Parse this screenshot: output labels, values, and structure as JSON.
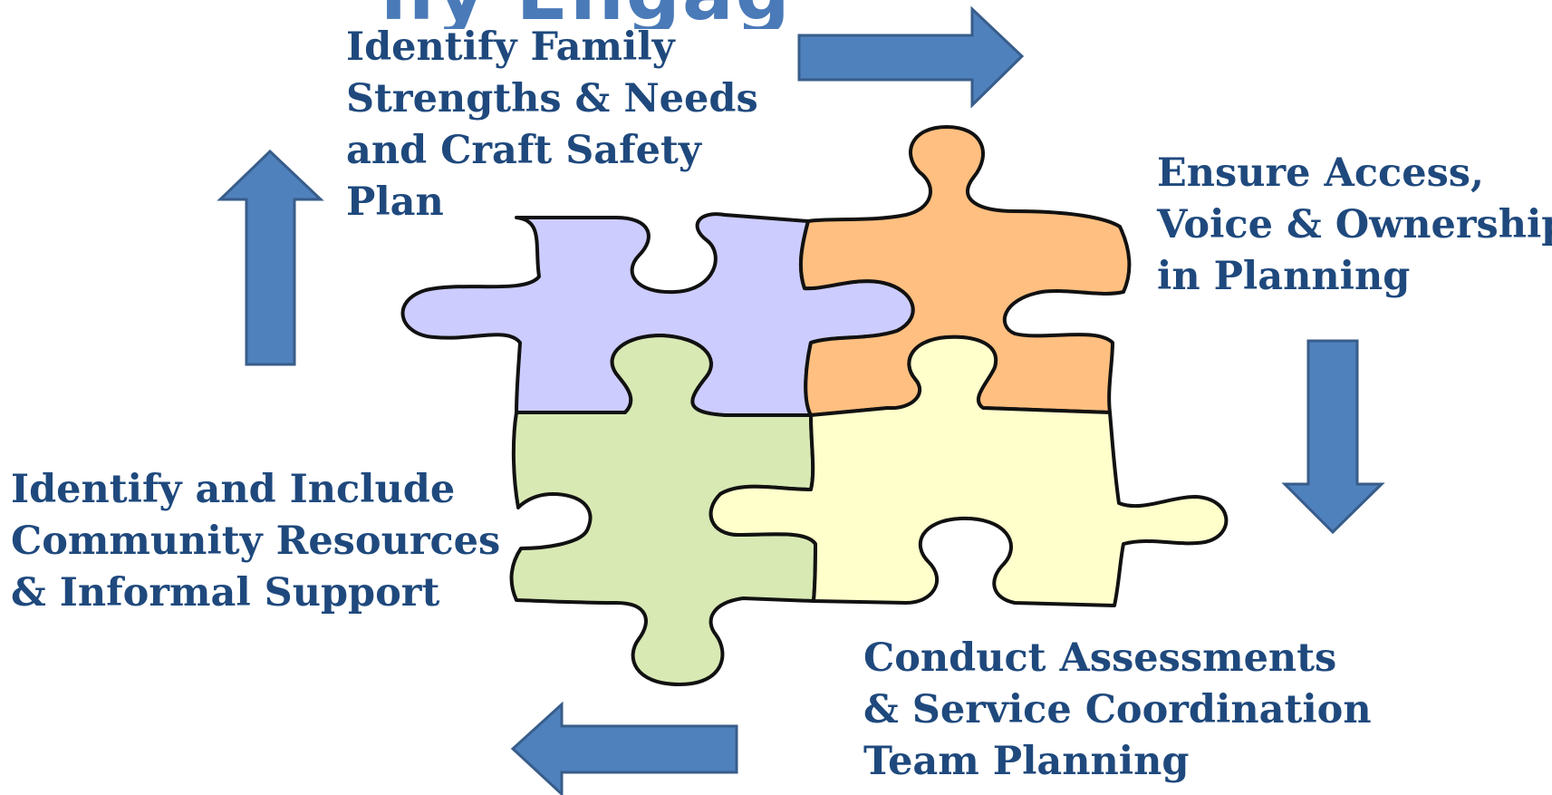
{
  "title_fragment": "ily Engag",
  "labels": {
    "family": [
      "Identify Family",
      "Strengths & Needs",
      "and Craft Safety",
      "Plan"
    ],
    "access": [
      "Ensure Access,",
      "Voice & Ownership",
      "in Planning"
    ],
    "community": [
      "Identify and Include",
      "Community Resources",
      "& Informal Support"
    ],
    "assess": [
      " Conduct Assessments",
      "& Service Coordination",
      "Team Planning"
    ]
  },
  "colors": {
    "arrow": "#4f81bd",
    "arrow_stroke": "#385d8a",
    "text": "#1f497d",
    "piece_purple": "#ccccff",
    "piece_orange": "#ffbf80",
    "piece_green": "#d8e9b4",
    "piece_yellow": "#ffffcc"
  },
  "icons": [
    "arrow-right-icon",
    "arrow-down-icon",
    "arrow-left-icon",
    "arrow-up-icon",
    "puzzle-pieces-icon"
  ]
}
